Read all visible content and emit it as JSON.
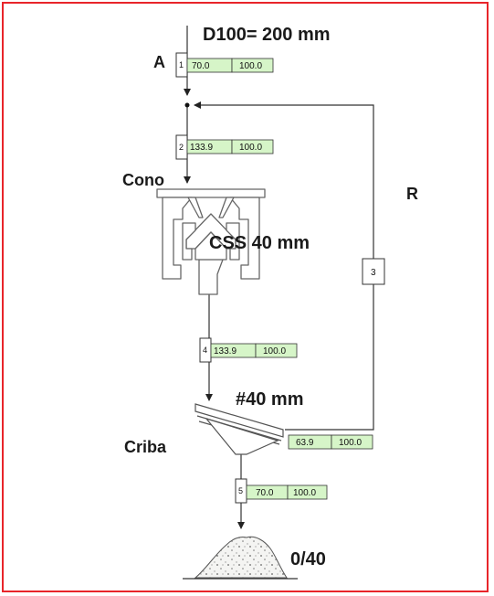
{
  "labels": {
    "feed_size": "D100= 200 mm",
    "feed_stream": "A",
    "crusher_name": "Cono",
    "crusher_setting": "CSS 40 mm",
    "recycle": "R",
    "screen_aperture": "#40 mm",
    "screen_name": "Criba",
    "product": "0/40"
  },
  "streams": [
    {
      "id": "1",
      "size": "70.0",
      "pct": "100.0"
    },
    {
      "id": "2",
      "size": "133.9",
      "pct": "100.0"
    },
    {
      "id": "3"
    },
    {
      "id": "4",
      "size": "133.9",
      "pct": "100.0"
    },
    {
      "id": "oversize",
      "size": "63.9",
      "pct": "100.0"
    },
    {
      "id": "5",
      "size": "70.0",
      "pct": "100.0"
    }
  ],
  "colors": {
    "frame": "#e8252a",
    "data_box": "#d6f5c8",
    "line": "#333333"
  },
  "icons": {
    "crusher": "cone-crusher-icon",
    "screen": "vibrating-screen-icon",
    "stockpile": "stockpile-icon"
  }
}
